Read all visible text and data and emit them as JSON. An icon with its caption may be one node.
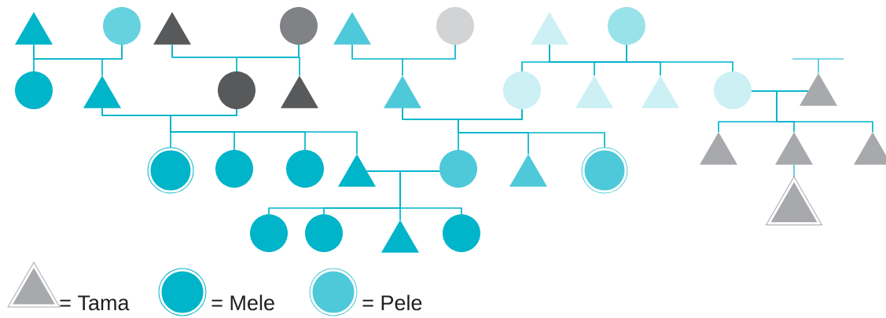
{
  "diagram": {
    "nodes": [
      {
        "text": [],
        "shape": "triangle"
      },
      {
        "text": [],
        "shape": "circle"
      },
      {
        "text": [],
        "shape": "triangle"
      },
      {
        "text": [],
        "shape": "circle"
      },
      {
        "text": [],
        "shape": "triangle"
      },
      {
        "text": [],
        "shape": "circle"
      },
      {
        "text": [],
        "shape": "triangle"
      },
      {
        "text": [],
        "shape": "circle"
      },
      {
        "text": [],
        "shape": "circle"
      },
      {
        "text": [],
        "shape": "triangle"
      },
      {
        "text": [],
        "shape": "circle"
      },
      {
        "text": [],
        "shape": "triangle"
      },
      {
        "text": [],
        "shape": "triangle"
      },
      {
        "text": [],
        "shape": "circle"
      },
      {
        "text": [],
        "shape": "triangle"
      },
      {
        "text": [],
        "shape": "triangle"
      },
      {
        "text": [],
        "shape": "circle"
      },
      {
        "text": [],
        "shape": "triangle"
      },
      {
        "text": [],
        "shape": "circle"
      },
      {
        "text": [],
        "shape": "circle"
      },
      {
        "text": [],
        "shape": "circle"
      },
      {
        "text": [],
        "shape": "triangle"
      },
      {
        "text": [],
        "shape": "circle"
      },
      {
        "text": [],
        "shape": "triangle"
      },
      {
        "text": [],
        "shape": "circle"
      },
      {
        "text": [],
        "shape": "triangle"
      },
      {
        "text": [],
        "shape": "triangle"
      },
      {
        "text": [],
        "shape": "triangle"
      },
      {
        "text": [],
        "shape": "circle"
      },
      {
        "text": [],
        "shape": "circle"
      },
      {
        "text": [],
        "shape": "triangle"
      },
      {
        "text": [],
        "shape": "circle"
      },
      {
        "text": [],
        "shape": "triangle"
      }
    ],
    "edges": [
      {
        "from": 0,
        "to": 1,
        "arrow": "none"
      },
      {
        "from": 0,
        "to": 8,
        "arrow": "none"
      },
      {
        "from": 0,
        "to": 9,
        "arrow": "none"
      },
      {
        "from": 1,
        "to": 8,
        "arrow": "none"
      },
      {
        "from": 1,
        "to": 9,
        "arrow": "none"
      },
      {
        "from": 2,
        "to": 3,
        "arrow": "none"
      },
      {
        "from": 2,
        "to": 10,
        "arrow": "none"
      },
      {
        "from": 2,
        "to": 11,
        "arrow": "none"
      },
      {
        "from": 3,
        "to": 10,
        "arrow": "none"
      },
      {
        "from": 3,
        "to": 11,
        "arrow": "none"
      },
      {
        "from": 4,
        "to": 5,
        "arrow": "none"
      },
      {
        "from": 4,
        "to": 12,
        "arrow": "none"
      },
      {
        "from": 5,
        "to": 12,
        "arrow": "none"
      },
      {
        "from": 6,
        "to": 7,
        "arrow": "none"
      },
      {
        "from": 6,
        "to": 13,
        "arrow": "none"
      },
      {
        "from": 6,
        "to": 14,
        "arrow": "none"
      },
      {
        "from": 6,
        "to": 15,
        "arrow": "none"
      },
      {
        "from": 6,
        "to": 16,
        "arrow": "none"
      },
      {
        "from": 7,
        "to": 13,
        "arrow": "none"
      },
      {
        "from": 7,
        "to": 14,
        "arrow": "none"
      },
      {
        "from": 7,
        "to": 15,
        "arrow": "none"
      },
      {
        "from": 7,
        "to": 16,
        "arrow": "none"
      },
      {
        "from": null,
        "to": 17,
        "arrow": "none"
      },
      {
        "from": 9,
        "to": 10,
        "arrow": "none"
      },
      {
        "from": 9,
        "to": 18,
        "arrow": "none"
      },
      {
        "from": 9,
        "to": 19,
        "arrow": "none"
      },
      {
        "from": 9,
        "to": 20,
        "arrow": "none"
      },
      {
        "from": 9,
        "to": 21,
        "arrow": "none"
      },
      {
        "from": 10,
        "to": 18,
        "arrow": "none"
      },
      {
        "from": 10,
        "to": 19,
        "arrow": "none"
      },
      {
        "from": 10,
        "to": 20,
        "arrow": "none"
      },
      {
        "from": 10,
        "to": 21,
        "arrow": "none"
      },
      {
        "from": 12,
        "to": 13,
        "arrow": "none"
      },
      {
        "from": 12,
        "to": 22,
        "arrow": "none"
      },
      {
        "from": 12,
        "to": 23,
        "arrow": "none"
      },
      {
        "from": 12,
        "to": 24,
        "arrow": "none"
      },
      {
        "from": 13,
        "to": 22,
        "arrow": "none"
      },
      {
        "from": 13,
        "to": 23,
        "arrow": "none"
      },
      {
        "from": 13,
        "to": 24,
        "arrow": "none"
      },
      {
        "from": 16,
        "to": 17,
        "arrow": "none"
      },
      {
        "from": 16,
        "to": 25,
        "arrow": "none"
      },
      {
        "from": 16,
        "to": 26,
        "arrow": "none"
      },
      {
        "from": 16,
        "to": 27,
        "arrow": "none"
      },
      {
        "from": 17,
        "to": 25,
        "arrow": "none"
      },
      {
        "from": 17,
        "to": 26,
        "arrow": "none"
      },
      {
        "from": 17,
        "to": 27,
        "arrow": "none"
      },
      {
        "from": 21,
        "to": 22,
        "arrow": "none"
      },
      {
        "from": 21,
        "to": 28,
        "arrow": "none"
      },
      {
        "from": 21,
        "to": 29,
        "arrow": "none"
      },
      {
        "from": 21,
        "to": 30,
        "arrow": "none"
      },
      {
        "from": 21,
        "to": 31,
        "arrow": "none"
      },
      {
        "from": 22,
        "to": 28,
        "arrow": "none"
      },
      {
        "from": 22,
        "to": 29,
        "arrow": "none"
      },
      {
        "from": 22,
        "to": 30,
        "arrow": "none"
      },
      {
        "from": 22,
        "to": 31,
        "arrow": "none"
      },
      {
        "from": 26,
        "to": 32,
        "arrow": "none"
      }
    ],
    "legend": [
      {
        "text": "= Tama"
      },
      {
        "text": "= Mele"
      },
      {
        "text": "= Pele"
      }
    ]
  }
}
